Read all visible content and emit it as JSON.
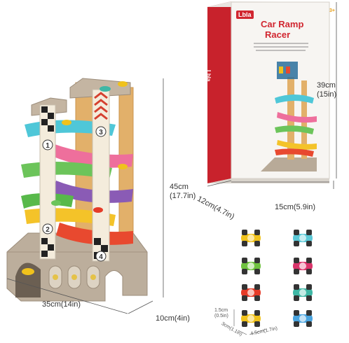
{
  "product": {
    "brand": "Lbla",
    "box_title_line1": "Car Ramp",
    "box_title_line2": "Racer",
    "box_age": "3+"
  },
  "dimensions": {
    "toy_height": "45cm",
    "toy_height_in": "(17.7in)",
    "toy_width": "35cm(14in)",
    "toy_depth": "10cm(4in)",
    "box_height": "39cm",
    "box_height_in": "(15in)",
    "box_depth": "12cm(4.7in)",
    "box_width": "15cm(5.9in)",
    "car_height": "1.5cm",
    "car_height_in": "(0.5in)",
    "car_width": "3cm(1.1in)",
    "car_length": "4.5cm(1.7in)"
  },
  "ramp_numbers": [
    "1",
    "2",
    "3",
    "4"
  ],
  "colors": {
    "box_red": "#d12630",
    "wood": "#e3b36a",
    "base": "#b9aa98",
    "ramp_blue": "#4fc7d8",
    "ramp_pink": "#ee6f9c",
    "ramp_green": "#6cc45a",
    "ramp_purple": "#8a5bb5",
    "ramp_yellow": "#f4c329",
    "ramp_red": "#e8492f"
  },
  "cars": [
    {
      "color": "#f0c21c",
      "wheel": "#333333"
    },
    {
      "color": "#5cc8d6",
      "wheel": "#333333"
    },
    {
      "color": "#6fc23f",
      "wheel": "#333333"
    },
    {
      "color": "#d9346a",
      "wheel": "#333333"
    },
    {
      "color": "#e53b28",
      "wheel": "#333333"
    },
    {
      "color": "#3fb7a5",
      "wheel": "#333333"
    },
    {
      "color": "#f0c21c",
      "wheel": "#333333"
    },
    {
      "color": "#4aa4df",
      "wheel": "#333333"
    }
  ]
}
